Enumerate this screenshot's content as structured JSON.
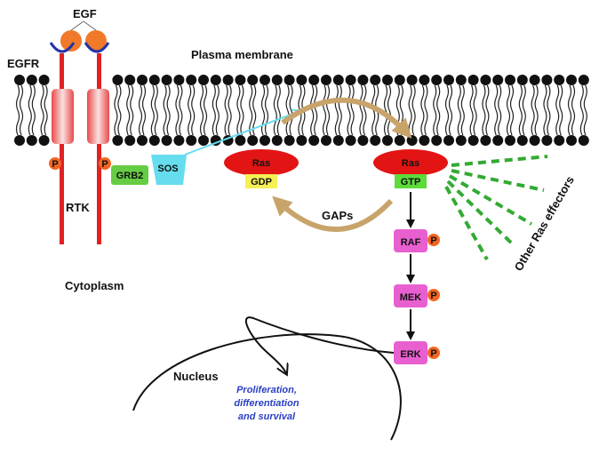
{
  "labels": {
    "egf": "EGF",
    "egfr": "EGFR",
    "plasma_membrane": "Plasma membrane",
    "rtk": "RTK",
    "grb2": "GRB2",
    "sos": "SOS",
    "ras": "Ras",
    "gdp": "GDP",
    "gtp": "GTP",
    "gaps": "GAPs",
    "raf": "RAF",
    "mek": "MEK",
    "erk": "ERK",
    "phospho": "P",
    "other_effectors": "Other Ras effectors",
    "cytoplasm": "Cytoplasm",
    "nucleus": "Nucleus",
    "outcome_line1": "Proliferation,",
    "outcome_line2": "differentiation",
    "outcome_line3": "and survival"
  },
  "colors": {
    "receptor_red": "#e02222",
    "egf_orange": "#f07a2a",
    "ras_red": "#e31414",
    "gdp_yellow": "#f5f055",
    "gtp_green": "#5ddb3a",
    "grb2_green": "#66cc44",
    "sos_cyan": "#66ddee",
    "kinase_pink": "#e85fd0",
    "phospho_orange": "#f26522",
    "arrow_tan": "#c8a46a",
    "effector_green": "#33aa33",
    "outcome_blue": "#2a3fc4"
  }
}
